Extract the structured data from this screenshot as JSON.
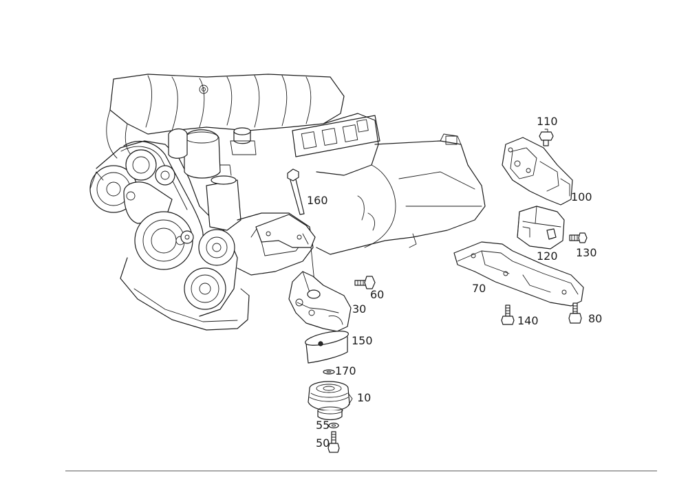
{
  "labels": {
    "p110": "110",
    "p100": "100",
    "p160": "160",
    "p120": "120",
    "p130": "130",
    "p60": "60",
    "p70": "70",
    "p30": "30",
    "p140": "140",
    "p80": "80",
    "p150": "150",
    "p170": "170",
    "p10": "10",
    "p55": "55",
    "p50": "50"
  },
  "colors": {
    "line": "#1a1a1a",
    "background": "#ffffff"
  }
}
